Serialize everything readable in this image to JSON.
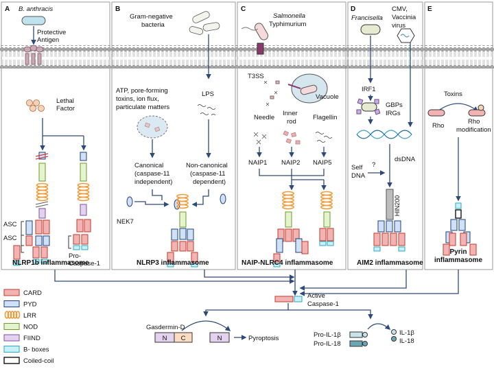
{
  "panels": {
    "a": {
      "letter": "A",
      "organism": "B. anthracis",
      "protective_antigen": [
        "Protective",
        "Antigen"
      ],
      "lethal_factor": [
        "Lethal",
        "Factor"
      ],
      "asc_upper": "ASC",
      "asc_lower": "ASC",
      "pro_caspase": [
        "Pro-",
        "Caspase-1"
      ],
      "title": "NLRP1b inflammasome"
    },
    "b": {
      "letter": "B",
      "organism": [
        "Gram-negative",
        "bacteria"
      ],
      "triggers": [
        "ATP, pore-forming",
        "toxins, ion flux,",
        "particulate matters"
      ],
      "lps": "LPS",
      "canonical": [
        "Canonical",
        "(caspase-11",
        "independent)"
      ],
      "noncanonical": [
        "Non-canonical",
        "(caspase-11",
        "dependent)"
      ],
      "nek7": "NEK7",
      "title": "NLRP3 inflammasome"
    },
    "c": {
      "letter": "C",
      "organism": "Salmonella",
      "organism_sub": "Typhimurium",
      "t3ss": "T3SS",
      "vacuole": "Vacuole",
      "needle": "Needle",
      "inner_rod": [
        "Inner",
        "rod"
      ],
      "flagellin": "Flagellin",
      "naip1": "NAIP1",
      "naip2": "NAIP2",
      "naip5": "NAIP5",
      "title": "NAIP-NLRC4 inflammasome"
    },
    "d": {
      "letter": "D",
      "organism": "Francisella",
      "virus": [
        "CMV,",
        "Vaccinia",
        "virus"
      ],
      "irf1": "IRF1",
      "gbps": "GBPs",
      "irgs": "IRGs",
      "dsdna": "dsDNA",
      "self_dna": [
        "Self",
        "DNA"
      ],
      "question": "?",
      "hin200": "HIN200",
      "title": "AIM2 inflammasome"
    },
    "e": {
      "letter": "E",
      "toxins": "Toxins",
      "rho": "Rho",
      "rho_mod": [
        "Rho",
        "modification"
      ],
      "title": [
        "Pyrin",
        "inflammasome"
      ]
    }
  },
  "bottom": {
    "active_caspase": [
      "Active",
      "Caspase-1"
    ],
    "gasdermin": "Gasdermin-D",
    "n": "N",
    "c": "C",
    "n2": "N",
    "pyroptosis": "Pyroptosis",
    "pro_il1b": "Pro-IL-1β",
    "pro_il18": "Pro-IL-18",
    "il1b": "IL-1β",
    "il18": "IL-18"
  },
  "legend": [
    {
      "key": "card",
      "label": "CARD"
    },
    {
      "key": "pyd",
      "label": "PYD"
    },
    {
      "key": "lrr",
      "label": "LRR"
    },
    {
      "key": "nod",
      "label": "NOD"
    },
    {
      "key": "fiind",
      "label": "FIIND"
    },
    {
      "key": "bbox",
      "label": "B- boxes"
    },
    {
      "key": "cc",
      "label": "Coiled-coil"
    }
  ],
  "colors": {
    "card": "#f2b3b3",
    "pyd": "#cfe0f7",
    "nod": "#e5f3cf",
    "lrr": "#f29a38",
    "fiind": "#e3d2ee",
    "bbox": "#c8f0f6",
    "arrow": "#2e4a7a",
    "membrane": "#9a9a9a"
  }
}
